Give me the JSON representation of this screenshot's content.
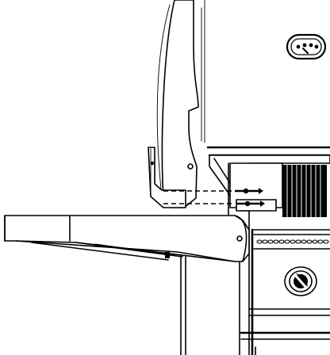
{
  "figure": {
    "icon_name": "hand-tighten-icon",
    "parts": [
      "lid",
      "side-shelf",
      "grill-body",
      "control-knob",
      "bracket",
      "screws",
      "burner-tube"
    ]
  },
  "colors": {
    "line": "#000000",
    "background": "#ffffff"
  }
}
